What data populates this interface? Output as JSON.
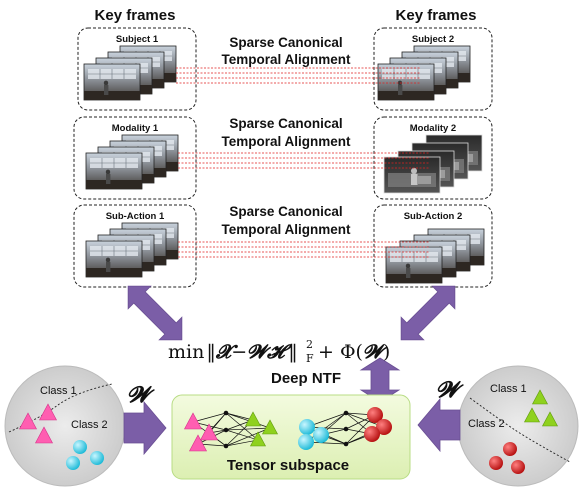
{
  "headers": {
    "left": "Key frames",
    "right": "Key frames"
  },
  "rows": [
    {
      "left_label": "Subject 1",
      "right_label": "Subject 2",
      "method_line1": "Sparse Canonical",
      "method_line2": "Temporal Alignment"
    },
    {
      "left_label": "Modality 1",
      "right_label": "Modality 2",
      "method_line1": "Sparse Canonical",
      "method_line2": "Temporal Alignment"
    },
    {
      "left_label": "Sub-Action 1",
      "right_label": "Sub-Action 2",
      "method_line1": "Sparse Canonical",
      "method_line2": "Temporal Alignment"
    }
  ],
  "equation": {
    "min": "min",
    "norm_open": "‖",
    "X": "𝓧",
    "minus": "−",
    "WH": "𝓦𝓗",
    "norm_close": "‖",
    "sup": "2",
    "sub": "F",
    "plus_phi": "+ Φ(",
    "W": "𝓦",
    "close": ")"
  },
  "deep_ntf_label": "Deep NTF",
  "w_symbol": "𝓦",
  "tensor_label": "Tensor subspace",
  "left_circle": {
    "class1": "Class 1",
    "class2": "Class 2"
  },
  "right_circle": {
    "class1": "Class 1",
    "class2": "Class 2"
  },
  "colors": {
    "arrow": "#7b5ea7",
    "arrow_light": "#9b80c4",
    "tensor_bg": "#e8f5c8",
    "tensor_border": "#b8dc84",
    "pink": "#ff5eb1",
    "cyan": "#35d2e8",
    "green": "#8fd11e",
    "red": "#d41a1a",
    "circle_bg": "#d9d9d9",
    "dash_red": "#e02020"
  }
}
